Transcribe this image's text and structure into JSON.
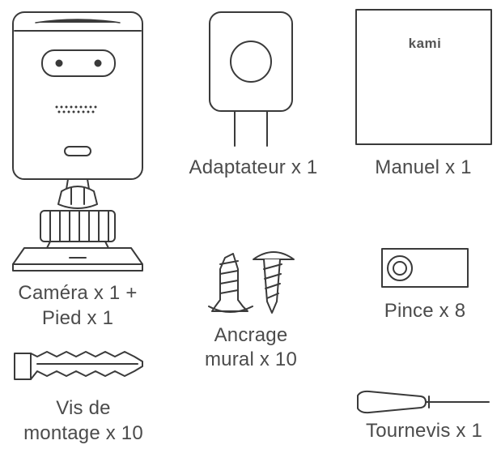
{
  "items": [
    {
      "id": "camera",
      "label_line1": "Caméra x 1 +",
      "label_line2": "Pied x 1"
    },
    {
      "id": "adapter",
      "label": "Adaptateur x 1"
    },
    {
      "id": "manual",
      "label": "Manuel x 1",
      "brand": "kami"
    },
    {
      "id": "anchor",
      "label_line1": "Ancrage",
      "label_line2": "mural x 10"
    },
    {
      "id": "clip",
      "label": "Pince x 8"
    },
    {
      "id": "screws",
      "label_line1": "Vis de",
      "label_line2": "montage x 10"
    },
    {
      "id": "screwdriver",
      "label": "Tournevis x 1"
    }
  ],
  "colors": {
    "stroke": "#3a3a3a",
    "text": "#4b4b4b",
    "background": "#ffffff"
  }
}
